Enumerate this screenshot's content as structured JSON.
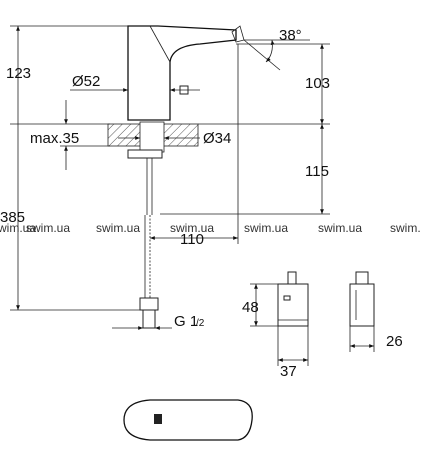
{
  "dimensions": {
    "angle": "38°",
    "height_total_upper": "123",
    "spout_diameter": "Ø52",
    "spout_height": "103",
    "max_deck": "max.35",
    "hole_diameter": "Ø34",
    "below_deck": "115",
    "overall_height": "385",
    "reach": "110",
    "box_height": "48",
    "box_width": "37",
    "box_depth": "26",
    "thread_main": "G 1",
    "thread_fraction": "/2"
  },
  "watermarks": [
    "swim.ua",
    "swim.ua",
    "swim.ua",
    "swim.ua",
    "swim.ua",
    "swim.ua",
    "swim.ua"
  ],
  "colors": {
    "line": "#222222",
    "hatch": "#555555"
  }
}
